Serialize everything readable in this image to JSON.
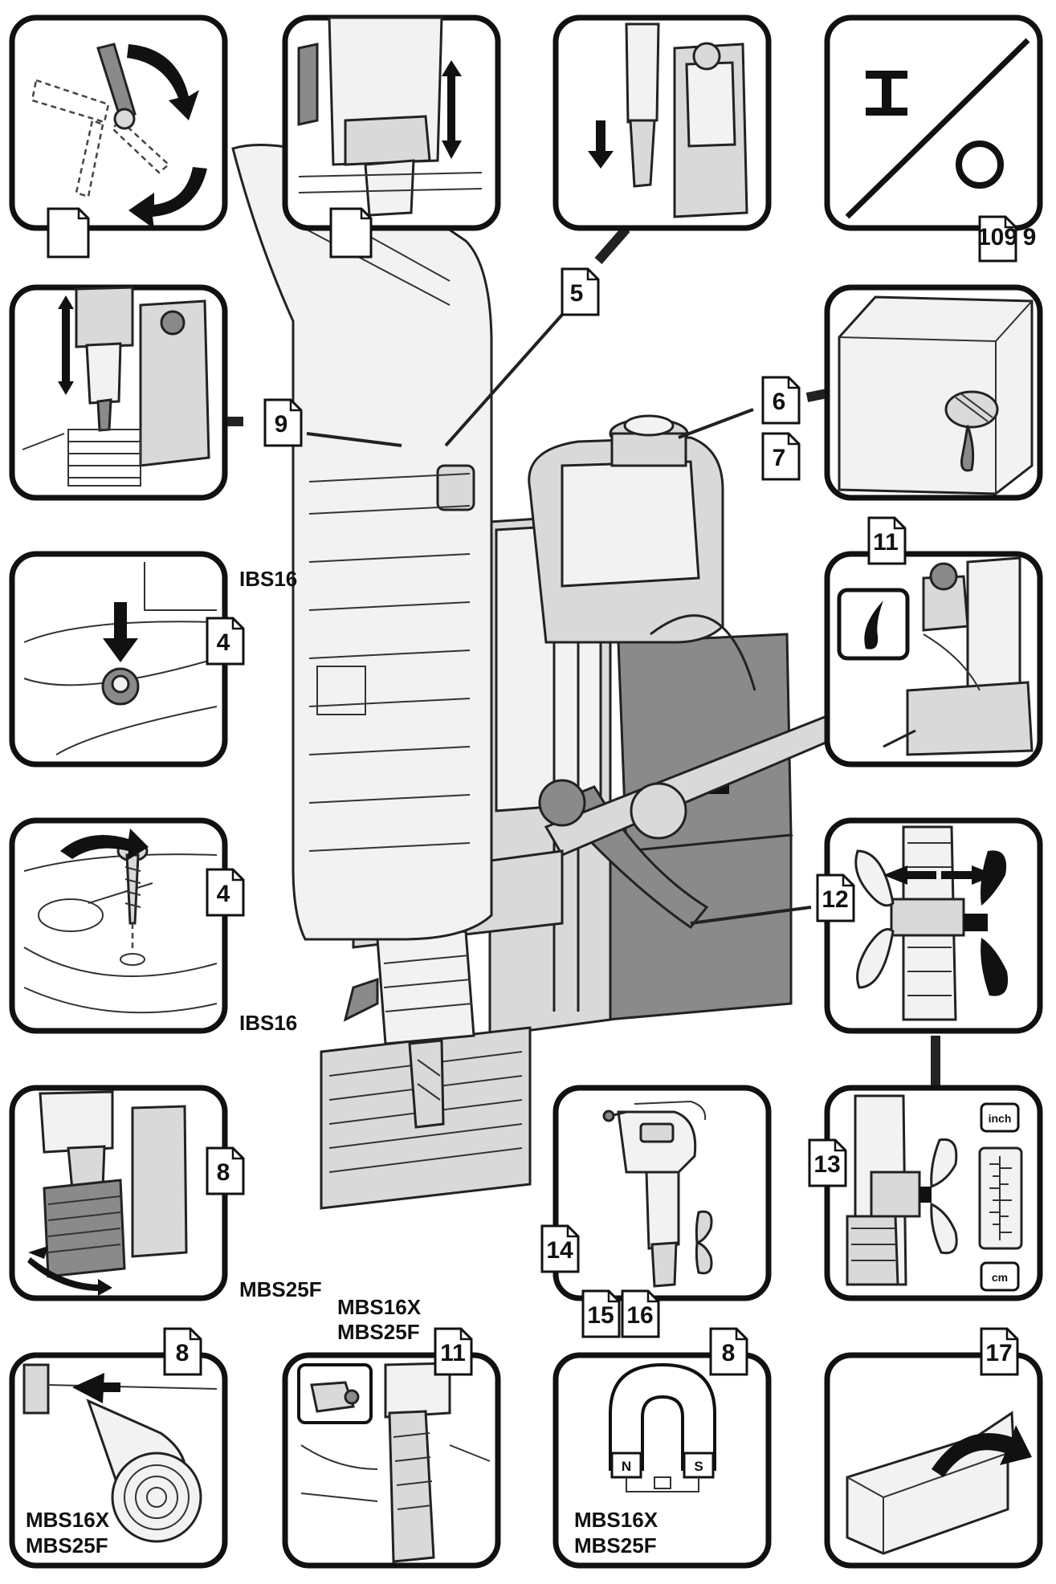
{
  "models": {
    "ibs16_a": "IBS16",
    "ibs16_b": "IBS16",
    "mbs25f": "MBS25F",
    "pair_top": "MBS16X",
    "pair_bottom": "MBS25F",
    "tape_line1": "MBS16X",
    "tape_line2": "MBS25F",
    "magnet_line1": "MBS16X",
    "magnet_line2": "MBS25F"
  },
  "tags": {
    "step_5": "5",
    "step_9": "9",
    "step_6": "6",
    "step_7": "7",
    "step_109": "109",
    "step_109_suffix": "9",
    "step_4a": "4",
    "step_4b": "4",
    "step_8_guard": "8",
    "step_8_tape": "8",
    "step_8_magnet": "8",
    "step_11_top": "11",
    "step_11_bottom": "11",
    "step_12": "12",
    "step_13": "13",
    "step_14": "14",
    "step_15": "15",
    "step_16": "16",
    "step_17": "17"
  },
  "scale": {
    "top": "inch",
    "bottom": "cm"
  },
  "magnet_poles": {
    "north": "N",
    "south": "S"
  },
  "switch_symbols": {
    "on": "I",
    "off": "O"
  },
  "colors": {
    "outline": "#111111",
    "light": "#f2f2f2",
    "mid": "#d9d9d9",
    "dark": "#8a8a8a"
  },
  "icons": [
    "lever-rotate-icon",
    "drill-height-icon",
    "drill-down-icon",
    "on-off-switch-icon",
    "coolant-bottle-icon",
    "depth-stop-icon",
    "magnet-foot-icon",
    "screw-mount-icon",
    "chip-guard-icon",
    "coolant-drop-icon",
    "wing-bolt-icon",
    "depth-scale-icon",
    "chuck-key-icon",
    "magnet-tape-icon",
    "oil-bottle-icon",
    "horseshoe-magnet-icon",
    "box-open-icon"
  ]
}
